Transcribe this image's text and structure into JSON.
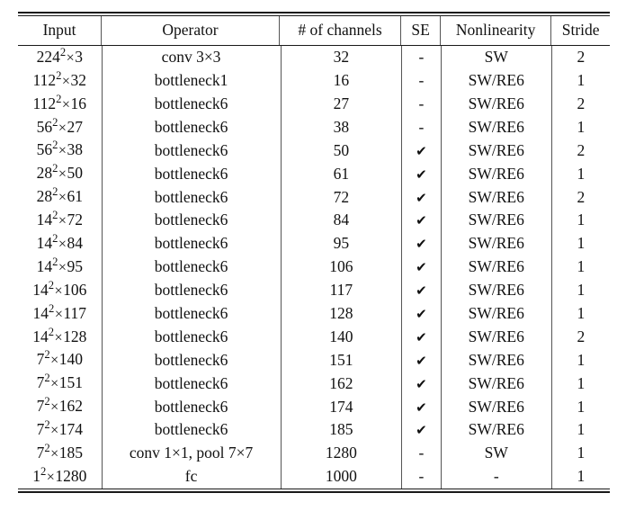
{
  "table": {
    "caption": "",
    "columns": [
      {
        "key": "input",
        "label": "Input"
      },
      {
        "key": "operator",
        "label": "Operator"
      },
      {
        "key": "channels",
        "label": "# of channels"
      },
      {
        "key": "se",
        "label": "SE"
      },
      {
        "key": "nonlin",
        "label": "Nonlinearity"
      },
      {
        "key": "stride",
        "label": "Stride"
      }
    ],
    "check_glyph": "✔",
    "dash_glyph": "-",
    "rows": [
      {
        "input_base": "224",
        "input_exp": "2",
        "input_mult": "3",
        "input": "224²×3",
        "operator": "conv 3×3",
        "channels": "32",
        "se": "-",
        "nonlin": "SW",
        "stride": "2"
      },
      {
        "input_base": "112",
        "input_exp": "2",
        "input_mult": "32",
        "input": "112²×32",
        "operator": "bottleneck1",
        "channels": "16",
        "se": "-",
        "nonlin": "SW/RE6",
        "stride": "1"
      },
      {
        "input_base": "112",
        "input_exp": "2",
        "input_mult": "16",
        "input": "112²×16",
        "operator": "bottleneck6",
        "channels": "27",
        "se": "-",
        "nonlin": "SW/RE6",
        "stride": "2"
      },
      {
        "input_base": "56",
        "input_exp": "2",
        "input_mult": "27",
        "input": "56²×27",
        "operator": "bottleneck6",
        "channels": "38",
        "se": "-",
        "nonlin": "SW/RE6",
        "stride": "1"
      },
      {
        "input_base": "56",
        "input_exp": "2",
        "input_mult": "38",
        "input": "56²×38",
        "operator": "bottleneck6",
        "channels": "50",
        "se": "✔",
        "nonlin": "SW/RE6",
        "stride": "2"
      },
      {
        "input_base": "28",
        "input_exp": "2",
        "input_mult": "50",
        "input": "28²×50",
        "operator": "bottleneck6",
        "channels": "61",
        "se": "✔",
        "nonlin": "SW/RE6",
        "stride": "1"
      },
      {
        "input_base": "28",
        "input_exp": "2",
        "input_mult": "61",
        "input": "28²×61",
        "operator": "bottleneck6",
        "channels": "72",
        "se": "✔",
        "nonlin": "SW/RE6",
        "stride": "2"
      },
      {
        "input_base": "14",
        "input_exp": "2",
        "input_mult": "72",
        "input": "14²×72",
        "operator": "bottleneck6",
        "channels": "84",
        "se": "✔",
        "nonlin": "SW/RE6",
        "stride": "1"
      },
      {
        "input_base": "14",
        "input_exp": "2",
        "input_mult": "84",
        "input": "14²×84",
        "operator": "bottleneck6",
        "channels": "95",
        "se": "✔",
        "nonlin": "SW/RE6",
        "stride": "1"
      },
      {
        "input_base": "14",
        "input_exp": "2",
        "input_mult": "95",
        "input": "14²×95",
        "operator": "bottleneck6",
        "channels": "106",
        "se": "✔",
        "nonlin": "SW/RE6",
        "stride": "1"
      },
      {
        "input_base": "14",
        "input_exp": "2",
        "input_mult": "106",
        "input": "14²×106",
        "operator": "bottleneck6",
        "channels": "117",
        "se": "✔",
        "nonlin": "SW/RE6",
        "stride": "1"
      },
      {
        "input_base": "14",
        "input_exp": "2",
        "input_mult": "117",
        "input": "14²×117",
        "operator": "bottleneck6",
        "channels": "128",
        "se": "✔",
        "nonlin": "SW/RE6",
        "stride": "1"
      },
      {
        "input_base": "14",
        "input_exp": "2",
        "input_mult": "128",
        "input": "14²×128",
        "operator": "bottleneck6",
        "channels": "140",
        "se": "✔",
        "nonlin": "SW/RE6",
        "stride": "2"
      },
      {
        "input_base": "7",
        "input_exp": "2",
        "input_mult": "140",
        "input": "7²×140",
        "operator": "bottleneck6",
        "channels": "151",
        "se": "✔",
        "nonlin": "SW/RE6",
        "stride": "1"
      },
      {
        "input_base": "7",
        "input_exp": "2",
        "input_mult": "151",
        "input": "7²×151",
        "operator": "bottleneck6",
        "channels": "162",
        "se": "✔",
        "nonlin": "SW/RE6",
        "stride": "1"
      },
      {
        "input_base": "7",
        "input_exp": "2",
        "input_mult": "162",
        "input": "7²×162",
        "operator": "bottleneck6",
        "channels": "174",
        "se": "✔",
        "nonlin": "SW/RE6",
        "stride": "1"
      },
      {
        "input_base": "7",
        "input_exp": "2",
        "input_mult": "174",
        "input": "7²×174",
        "operator": "bottleneck6",
        "channels": "185",
        "se": "✔",
        "nonlin": "SW/RE6",
        "stride": "1"
      },
      {
        "input_base": "7",
        "input_exp": "2",
        "input_mult": "185",
        "input": "7²×185",
        "operator": "conv 1×1, pool 7×7",
        "channels": "1280",
        "se": "-",
        "nonlin": "SW",
        "stride": "1"
      },
      {
        "input_base": "1",
        "input_exp": "2",
        "input_mult": "1280",
        "input": "1²×1280",
        "operator": "fc",
        "channels": "1000",
        "se": "-",
        "nonlin": "-",
        "stride": "1"
      }
    ]
  },
  "style": {
    "rule_color": "#1a1a1a",
    "separator_color": "#555555",
    "text_color": "#111111",
    "background": "#ffffff"
  }
}
